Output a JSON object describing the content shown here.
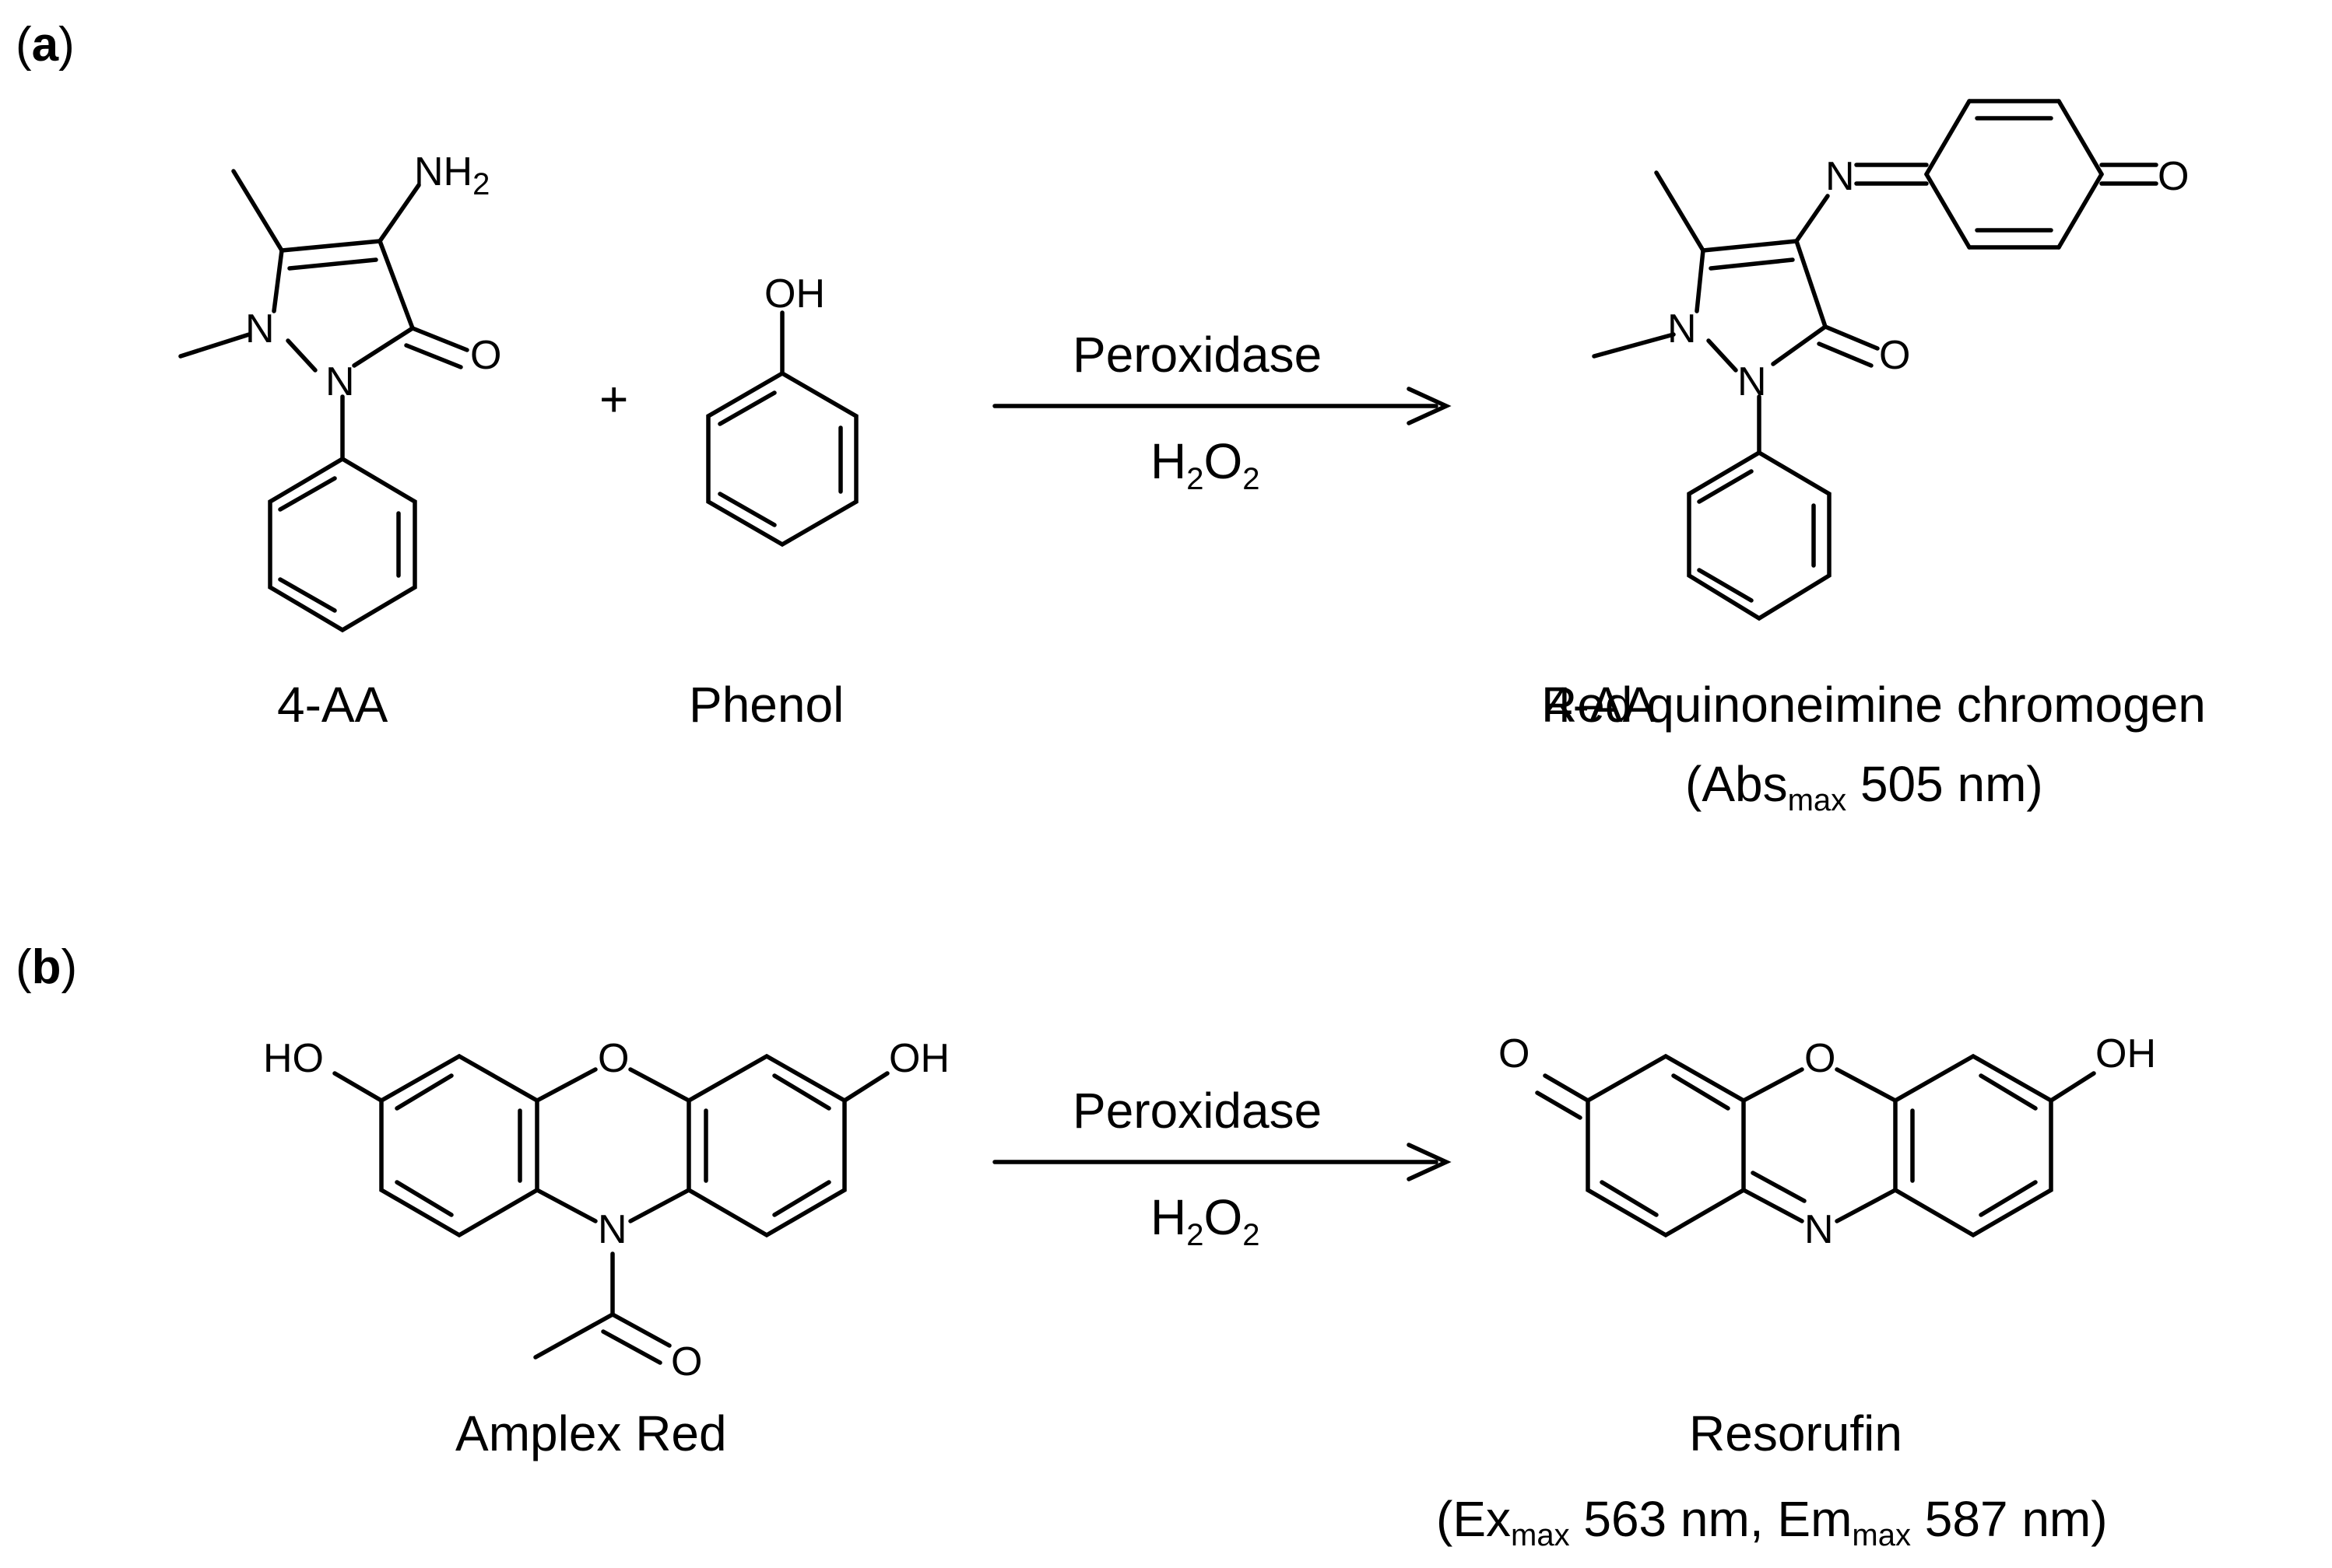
{
  "panels": {
    "a": {
      "label_open": "(",
      "letter": "a",
      "label_close": ")"
    },
    "b": {
      "label_open": "(",
      "letter": "b",
      "label_close": ")"
    }
  },
  "atoms": {
    "N": "N",
    "O": "O",
    "NH": "NH",
    "OH": "OH",
    "HO": "HO",
    "sub2": "2",
    "plus": "+"
  },
  "reaction_a": {
    "enzyme": "Peroxidase",
    "cofactor_main": "H",
    "cofactor_sub1": "2",
    "cofactor_mid": "O",
    "cofactor_sub2": "2",
    "reactant1": "4-AA",
    "reactant2": "Phenol",
    "product": "Red quinoneimine chromogen",
    "product_note_pre": "(Abs",
    "product_note_sub": "max",
    "product_note_post": " 505 nm)"
  },
  "reaction_b": {
    "enzyme": "Peroxidase",
    "cofactor_main": "H",
    "cofactor_sub1": "2",
    "cofactor_mid": "O",
    "cofactor_sub2": "2",
    "reactant": "Amplex Red",
    "product": "Resorufin",
    "note_pre": "(Ex",
    "note_sub1": "max",
    "note_mid": " 563 nm, Em",
    "note_sub2": "max",
    "note_post": " 587 nm)"
  }
}
